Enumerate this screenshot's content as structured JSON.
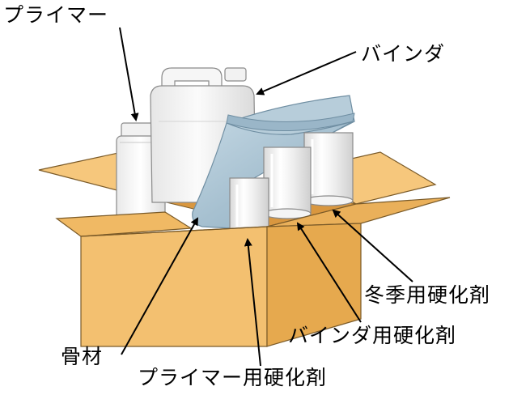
{
  "labels": {
    "primer": "プライマー",
    "binder": "バインダ",
    "winter_hardener": "冬季用硬化剤",
    "binder_hardener": "バインダ用硬化剤",
    "aggregate": "骨材",
    "primer_hardener": "プライマー用硬化剤"
  },
  "colors": {
    "box_front": "#f3c070",
    "box_side": "#e6a94e",
    "box_flap_light": "#f8cc80",
    "box_flap_dark": "#dc9c44",
    "box_outline": "#7a5a28",
    "bag": "#a9c3d2",
    "bag_dark": "#7f9fb2",
    "container": "#f6f6f6",
    "container_outline": "#8a8a8a",
    "label_text": "#000000",
    "arrow": "#000000"
  }
}
